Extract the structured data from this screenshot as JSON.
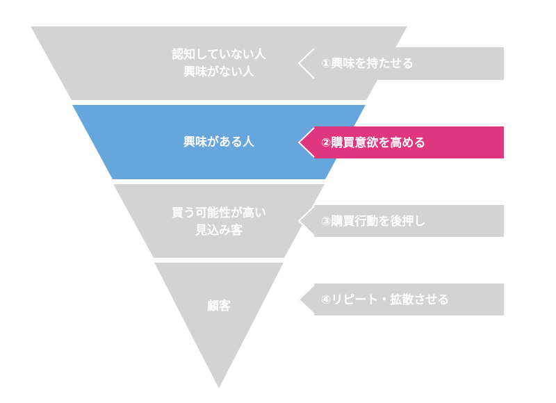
{
  "funnel": {
    "stages": [
      {
        "lines": [
          "認知していない人",
          "興味がない人"
        ],
        "highlighted": false
      },
      {
        "lines": [
          "興味がある人"
        ],
        "highlighted": true
      },
      {
        "lines": [
          "買う可能性が高い",
          "見込み客"
        ],
        "highlighted": false
      },
      {
        "lines": [
          "顧客"
        ],
        "highlighted": false
      }
    ]
  },
  "callouts": [
    {
      "label": "①興味を持たせる",
      "highlighted": false
    },
    {
      "label": "②購買意欲を高める",
      "highlighted": true
    },
    {
      "label": "③購買行動を後押し",
      "highlighted": false
    },
    {
      "label": "④リピート・拡散させる",
      "highlighted": false
    }
  ],
  "colors": {
    "stage_default": "#d3d3d3",
    "stage_highlight": "#66a6dc",
    "callout_default": "#d3d3d3",
    "callout_highlight": "#e0357f",
    "text": "#ffffff",
    "background": "#ffffff"
  }
}
